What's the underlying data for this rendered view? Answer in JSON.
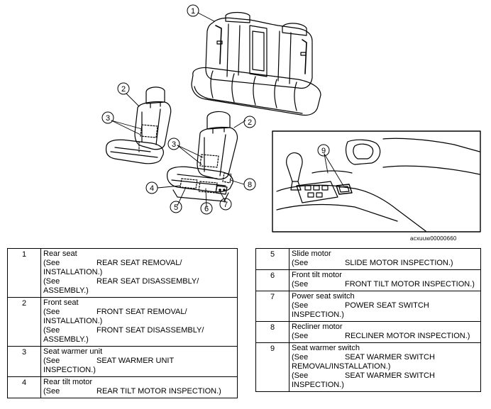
{
  "figure": {
    "code": "acxuuw00000660",
    "callouts": [
      "1",
      "2",
      "3",
      "2",
      "3",
      "4",
      "5",
      "6",
      "7",
      "8",
      "9"
    ]
  },
  "legend_left": [
    {
      "num": "1",
      "name": "Rear seat",
      "refs": [
        {
          "see": "(See",
          "text": "REAR SEAT REMOVAL/",
          "cont": "INSTALLATION.)"
        },
        {
          "see": "(See",
          "text": "REAR SEAT DISASSEMBLY/",
          "cont": "ASSEMBLY.)"
        }
      ]
    },
    {
      "num": "2",
      "name": "Front seat",
      "refs": [
        {
          "see": "(See",
          "text": "FRONT SEAT REMOVAL/",
          "cont": "INSTALLATION.)"
        },
        {
          "see": "(See",
          "text": "FRONT SEAT DISASSEMBLY/",
          "cont": "ASSEMBLY.)"
        }
      ]
    },
    {
      "num": "3",
      "name": "Seat warmer unit",
      "refs": [
        {
          "see": "(See",
          "text": "SEAT WARMER UNIT",
          "cont": "INSPECTION.)"
        }
      ]
    },
    {
      "num": "4",
      "name": "Rear tilt motor",
      "refs": [
        {
          "see": "(See",
          "text": "REAR TILT MOTOR INSPECTION.)",
          "cont": ""
        }
      ]
    }
  ],
  "legend_right": [
    {
      "num": "5",
      "name": "Slide motor",
      "refs": [
        {
          "see": "(See",
          "text": "SLIDE MOTOR INSPECTION.)",
          "cont": ""
        }
      ]
    },
    {
      "num": "6",
      "name": "Front tilt motor",
      "refs": [
        {
          "see": "(See",
          "text": "FRONT TILT MOTOR INSPECTION.)",
          "cont": ""
        }
      ]
    },
    {
      "num": "7",
      "name": "Power seat switch",
      "refs": [
        {
          "see": "(See",
          "text": "POWER SEAT SWITCH",
          "cont": "INSPECTION.)"
        }
      ]
    },
    {
      "num": "8",
      "name": "Recliner motor",
      "refs": [
        {
          "see": "(See",
          "text": "RECLINER MOTOR INSPECTION.)",
          "cont": ""
        }
      ]
    },
    {
      "num": "9",
      "name": "Seat warmer switch",
      "refs": [
        {
          "see": "(See",
          "text": "SEAT WARMER SWITCH",
          "cont": "REMOVAL/INSTALLATION.)"
        },
        {
          "see": "(See",
          "text": "SEAT WARMER SWITCH",
          "cont": "INSPECTION.)"
        }
      ]
    }
  ]
}
